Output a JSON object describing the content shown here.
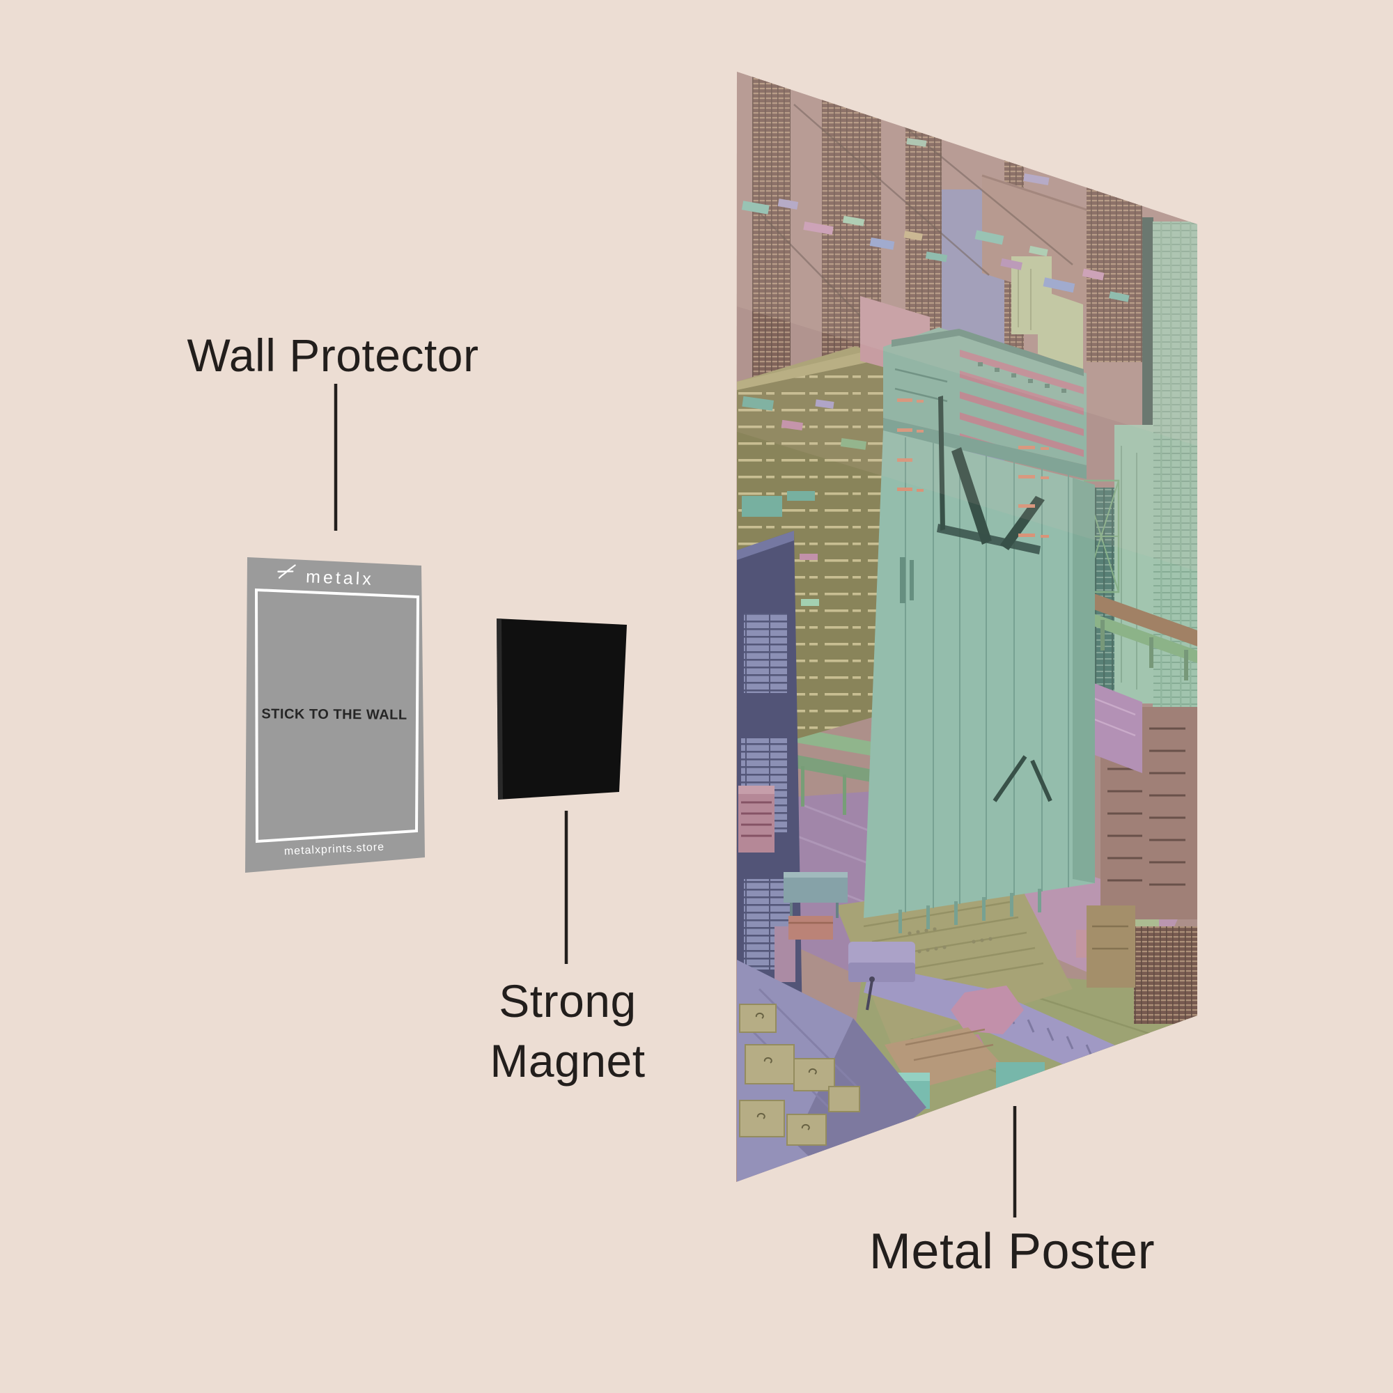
{
  "page": {
    "title": "Metal poster mounting diagram",
    "background": "#ecddd3"
  },
  "palette": {
    "bg": "#ecddd3",
    "ink": "#221e1c",
    "cardGray": "#9b9b9b",
    "cardText": "#262626",
    "cardLight": "#ffffff",
    "magnet": "#101010",
    "posterRose": "#a98b86",
    "posterTeal": "#8fbcab",
    "posterNavy": "#474b72",
    "posterOlive": "#837e52",
    "posterLavender": "#8f8cb8"
  },
  "diagram": {
    "wall_protector": {
      "label": "Wall Protector",
      "card": {
        "brand": "metalx",
        "center_text": "STICK TO THE WALL",
        "footer_text": "metalxprints.store"
      }
    },
    "strong_magnet": {
      "label_line1": "Strong",
      "label_line2": "Magnet"
    },
    "metal_poster": {
      "label": "Metal Poster",
      "artwork_subject": "Isometric sci-fi city with skyscrapers, monorails and flying vehicles"
    }
  }
}
